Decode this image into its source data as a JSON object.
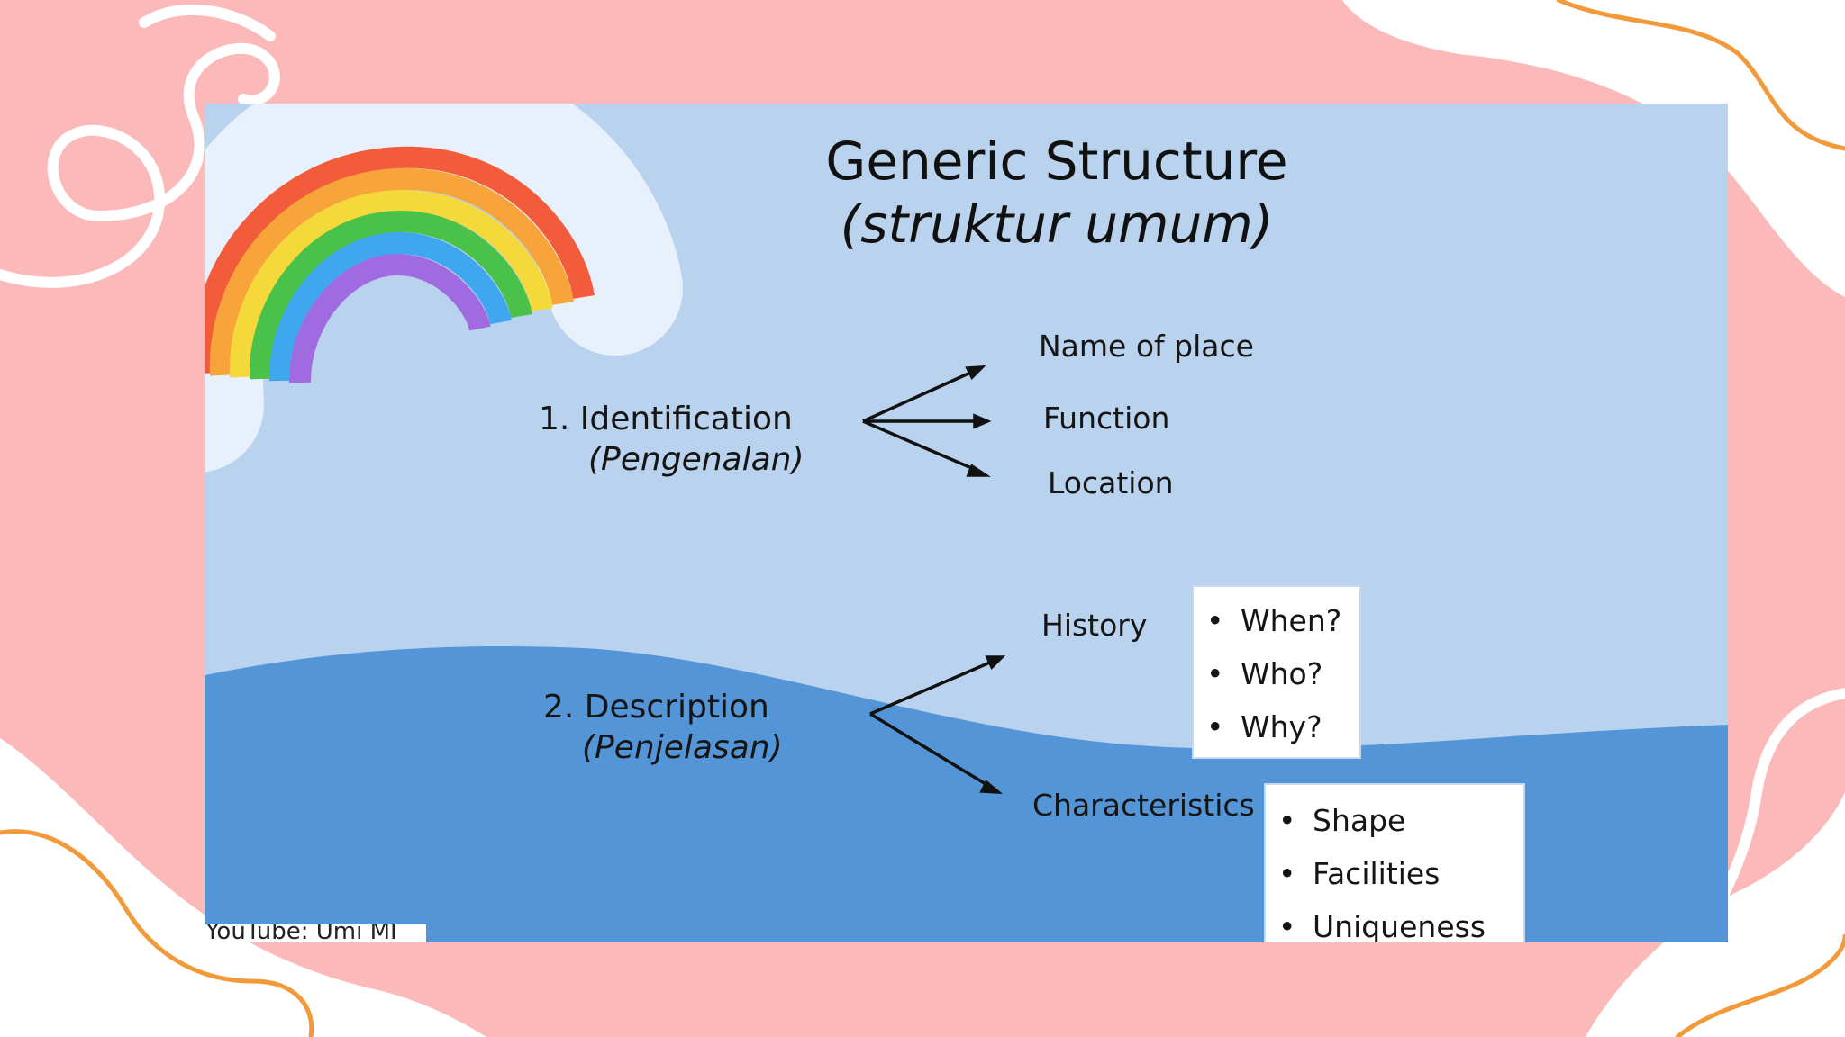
{
  "colors": {
    "page_bg": "#fcb9ba",
    "slide_light": "#b9d2ee",
    "slide_wave": "#5395d6",
    "orange_squiggle": "#f29a3a",
    "rainbow": [
      "#f25c3b",
      "#f7a43a",
      "#f5d83a",
      "#4ac24a",
      "#3ea7ef",
      "#a06be0"
    ]
  },
  "slide": {
    "title": "Generic Structure",
    "subtitle": "(struktur umum)",
    "sections": [
      {
        "label": "1.  Identification",
        "translation": "(Pengenalan)",
        "branches": [
          "Name of place",
          "Function",
          "Location"
        ]
      },
      {
        "label": "2. Description",
        "translation": "(Penjelasan)",
        "branches": [
          {
            "label": "History",
            "points": [
              "When?",
              "Who?",
              "Why?"
            ]
          },
          {
            "label": "Characteristics",
            "points": [
              "Shape",
              "Facilities",
              "Uniqueness"
            ]
          }
        ]
      }
    ],
    "credit": "YouTube: Umi MI"
  },
  "icons": {
    "rainbow": "rainbow-sticker-icon",
    "arrows": "branch-arrow-icon"
  }
}
